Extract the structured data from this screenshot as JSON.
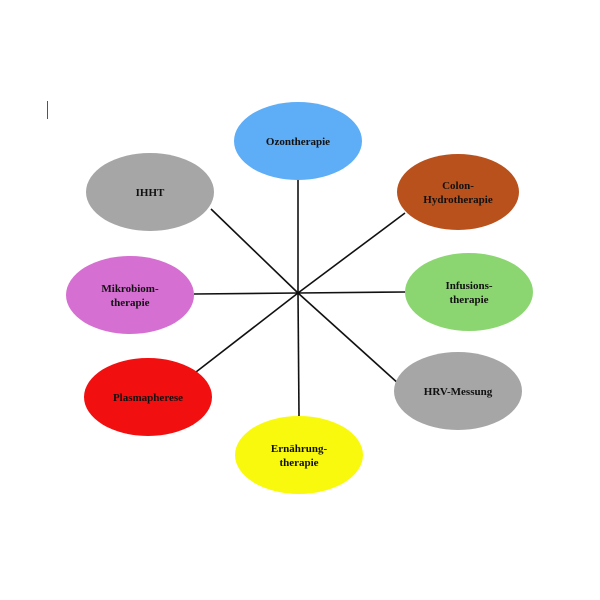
{
  "nodes": [
    {
      "id": "ozon",
      "lines": [
        "Ozontherapie"
      ],
      "color": "#5eadf7"
    },
    {
      "id": "colon",
      "lines": [
        "Colon-",
        "Hydrotherapie"
      ],
      "color": "#b9511d"
    },
    {
      "id": "infusion",
      "lines": [
        "Infusions-",
        "therapie"
      ],
      "color": "#8cd672"
    },
    {
      "id": "hrv",
      "lines": [
        "HRV-Messung"
      ],
      "color": "#a6a6a6"
    },
    {
      "id": "ernaehrung",
      "lines": [
        "Ernährung-",
        "therapie"
      ],
      "color": "#f9f90e"
    },
    {
      "id": "plasma",
      "lines": [
        "Plasmapherese"
      ],
      "color": "#f10f10"
    },
    {
      "id": "mikrobiom",
      "lines": [
        "Mikrobiom-",
        "therapie"
      ],
      "color": "#d56fd1"
    },
    {
      "id": "ihht",
      "lines": [
        "IHHT"
      ],
      "color": "#a6a6a6"
    }
  ]
}
